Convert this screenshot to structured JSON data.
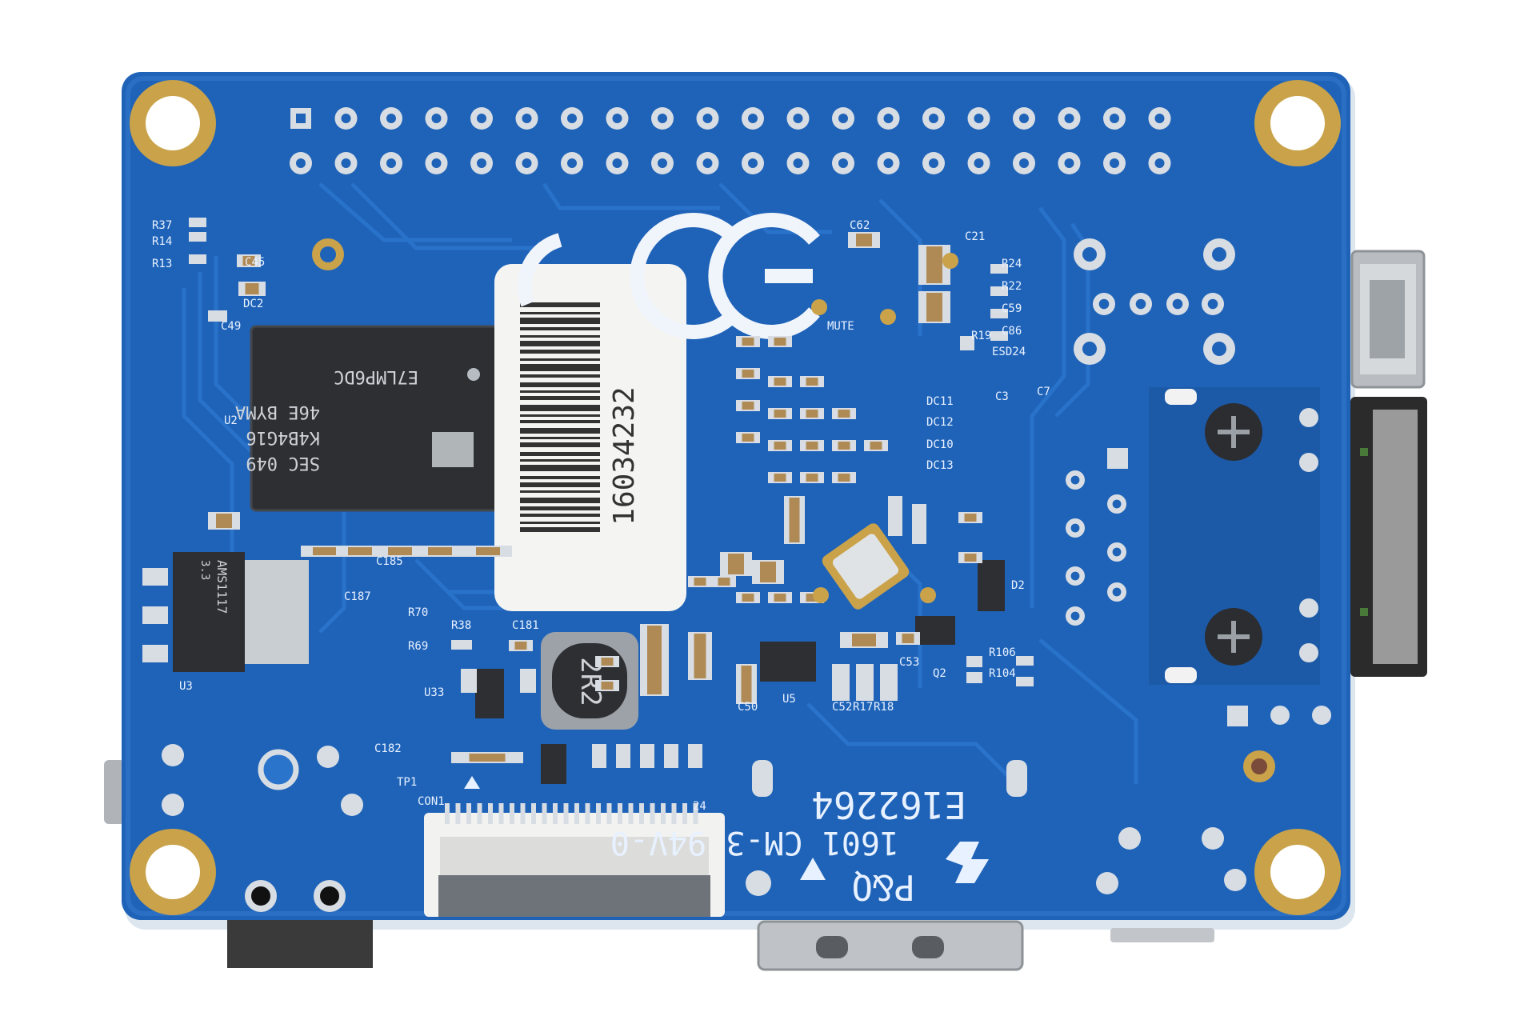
{
  "board": {
    "colors": {
      "pcb": "#1f63b8",
      "pcb_dark": "#17519b",
      "trace": "#2a74cc",
      "pad_gold": "#c9a24a",
      "pad_silver": "#d7dde3",
      "chip": "#2d2f33",
      "label": "#f4f4f2"
    },
    "ram_chip": {
      "logo_text": "E7LMP6DC",
      "line1": "46E BYMA",
      "line2": "K4B4G16",
      "line3": "SEC 049"
    },
    "regulator_text": {
      "line1": "AMS1117",
      "line2": "3.3"
    },
    "inductor_text": "2R2",
    "sticker": {
      "serial": "16034232"
    },
    "silkscreen": {
      "lot": "E162264",
      "ul_line": "1601 CM-3 94V-0",
      "maker": "P&Q"
    },
    "refdes": {
      "r37": "R37",
      "r14": "R14",
      "r13": "R13",
      "c45": "C45",
      "c49": "C49",
      "dc2": "DC2",
      "u2": "U2",
      "u3": "U3",
      "u33": "U33",
      "u5": "U5",
      "con1": "CON1",
      "c62": "C62",
      "c21": "C21",
      "r24": "R24",
      "r22": "R22",
      "c59": "C59",
      "c86": "C86",
      "r19": "R19",
      "esd24": "ESD24",
      "c7": "C7",
      "c3": "C3",
      "dc10": "DC10",
      "dc11": "DC11",
      "dc12": "DC12",
      "dc13": "DC13",
      "q2": "Q2",
      "r104": "R104",
      "r106": "R106",
      "d2": "D2",
      "c53": "C53",
      "r17": "R17",
      "r18": "R18",
      "c52": "C52",
      "c50": "C50",
      "tp1": "TP1",
      "c182": "C182",
      "c181": "C181",
      "r38": "R38",
      "r69": "R69",
      "r70": "R70",
      "c185": "C185",
      "c187": "C187",
      "mute": "MUTE",
      "con1_pin": "24"
    }
  }
}
